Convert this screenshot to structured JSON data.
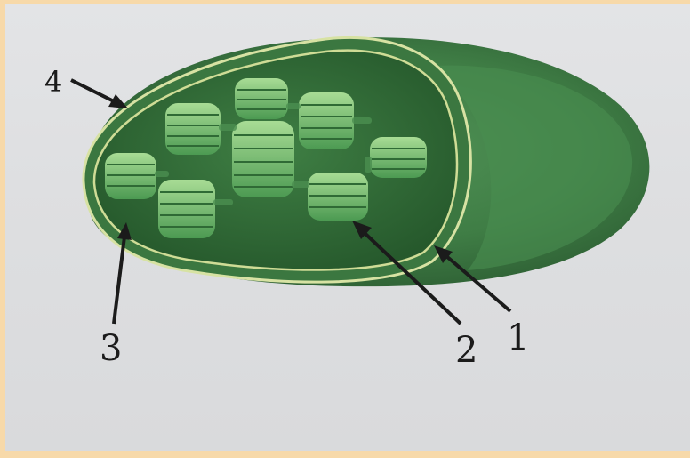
{
  "diagram": {
    "subject": "chloroplast",
    "labels": [
      {
        "id": "1",
        "text": "1"
      },
      {
        "id": "2",
        "text": "2"
      },
      {
        "id": "3",
        "text": "3"
      },
      {
        "id": "4",
        "text": "4"
      }
    ],
    "colors": {
      "background": "#f7d9a9",
      "paper": "#dfe0e2",
      "outer_membrane": "#3d7a43",
      "inner_membrane_line": "#d9e4a6",
      "stroma": "#2f6a35",
      "granum_light": "#8fcf80",
      "granum_dark": "#3e8a46",
      "arrow": "#1b1b1b"
    }
  }
}
